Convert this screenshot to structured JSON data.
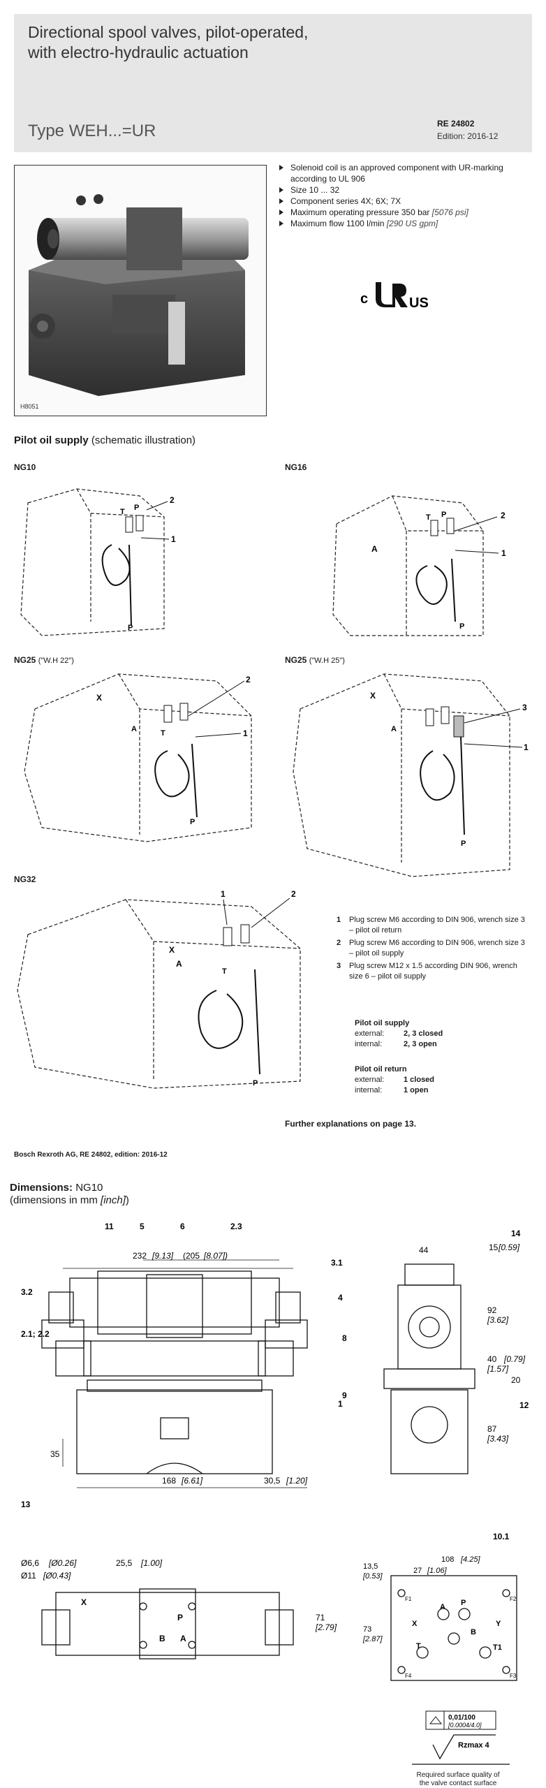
{
  "header": {
    "title_line1": "Directional spool valves, pilot-operated,",
    "title_line2": "with electro-hydraulic actuation",
    "type": "Type WEH...=UR",
    "doc_number": "RE 24802",
    "edition": "Edition: 2016-12"
  },
  "photo": {
    "code": "H8051"
  },
  "features": [
    "Solenoid coil is an approved component with UR-marking according to UL 906",
    "Size 10 ... 32",
    "Component series 4X; 6X; 7X",
    "Maximum operating pressure 350 bar",
    "Maximum flow 1100 l/min"
  ],
  "features_units": {
    "pressure": "[5076 psi]",
    "flow": "[290 US gpm]"
  },
  "ur_mark": {
    "left": "c",
    "right": "US"
  },
  "pilot": {
    "heading": "Pilot oil supply",
    "heading_note": "(schematic illustration)",
    "ng10": "NG10",
    "ng16": "NG16",
    "ng25a": "NG25",
    "ng25a_note": "(\"W.H 22\")",
    "ng25b": "NG25",
    "ng25b_note": "(\"W.H 25\")",
    "ng32": "NG32"
  },
  "notes": [
    {
      "n": "1",
      "text": "Plug screw M6 according to DIN 906, wrench size 3 – pilot oil return"
    },
    {
      "n": "2",
      "text": "Plug screw M6 according to DIN 906, wrench size 3 – pilot oil supply"
    },
    {
      "n": "3",
      "text": "Plug screw M12 x 1.5 according DIN 906, wrench size 6 – pilot oil supply"
    }
  ],
  "supply": {
    "heading": "Pilot oil supply",
    "ext_label": "external:",
    "ext_val": "2, 3 closed",
    "int_label": "internal:",
    "int_val": "2, 3 open"
  },
  "return": {
    "heading": "Pilot oil return",
    "ext_label": "external:",
    "ext_val": "1 closed",
    "int_label": "internal:",
    "int_val": "1 open"
  },
  "further": "Further explanations on page 13.",
  "footer": "Bosch Rexroth AG, RE 24802, edition: 2016-12",
  "dimensions": {
    "title": "Dimensions:",
    "size": "NG10",
    "subtitle": "(dimensions in mm",
    "subtitle_unit": "[inch]",
    "subtitle_end": ")"
  },
  "dim_labels": {
    "l11": "11",
    "l5": "5",
    "l6": "6",
    "l23": "2.3",
    "l31": "3.1",
    "l32": "3.2",
    "l4": "4",
    "l2122": "2.1; 2.2",
    "l1": "1",
    "l13": "13",
    "l14": "14",
    "l8": "8",
    "l9": "9",
    "l12": "12",
    "l101": "10.1",
    "d232": "232",
    "d232i": "[9.13]",
    "d205": "(205",
    "d205i": "[8.07])",
    "d168": "168",
    "d168i": "[6.61]",
    "d305": "30,5",
    "d305i": "[1.20]",
    "d35": "35",
    "d44": "44",
    "d15": "15",
    "d15i": "[0.59]",
    "d92": "92",
    "d92i": "[3.62]",
    "d40": "40",
    "d40i": "[1.57]",
    "d20i": "[0.79]",
    "d20": "20",
    "d87": "87",
    "d87i": "[3.43]",
    "d66": "Ø6,6",
    "d66i": "[Ø0.26]",
    "d11": "Ø11",
    "d11i": "[Ø0.43]",
    "d255": "25,5",
    "d255i": "[1.00]",
    "d71": "71",
    "d71i": "[2.79]",
    "d108": "108",
    "d108i": "[4.25]",
    "d135": "13,5",
    "d135i": "[0.53]",
    "d27": "27",
    "d27i": "[1.06]",
    "d73": "73",
    "d73i": "[2.87]"
  },
  "ports": {
    "x": "X",
    "y": "Y",
    "a": "A",
    "b": "B",
    "p": "P",
    "t": "T",
    "t1": "T1",
    "f1": "F1",
    "f2": "F2",
    "f3": "F3",
    "f4": "F4"
  },
  "surface": {
    "flatness": "0,01/100",
    "flatness_inch": "[0.0004/4.0]",
    "roughness": "Rzmax 4",
    "caption1": "Required surface quality of",
    "caption2": "the valve contact surface"
  }
}
